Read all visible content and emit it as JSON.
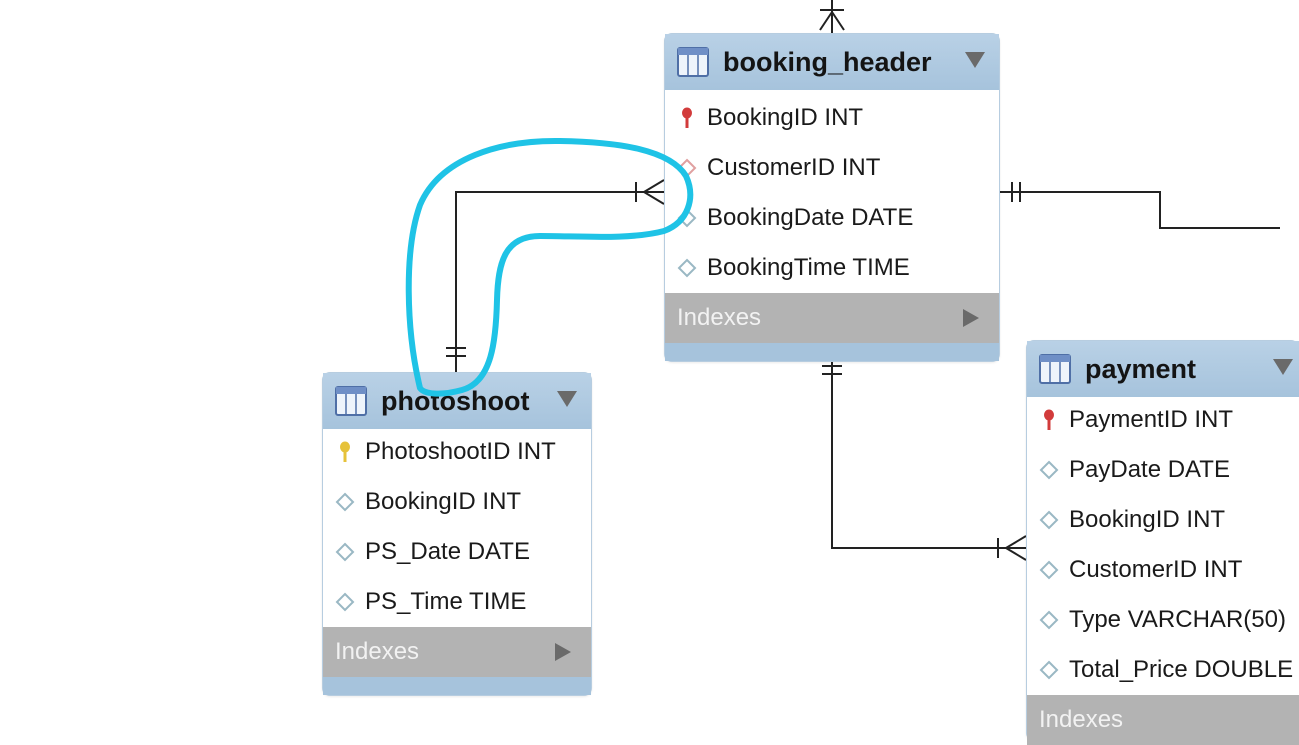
{
  "tables": [
    {
      "id": "booking_header",
      "title": "booking_header",
      "columns": [
        {
          "label": "BookingID INT",
          "kind": "pk"
        },
        {
          "label": "CustomerID INT",
          "kind": "fk"
        },
        {
          "label": "BookingDate DATE",
          "kind": "attr"
        },
        {
          "label": "BookingTime TIME",
          "kind": "attr"
        }
      ],
      "indexes_label": "Indexes"
    },
    {
      "id": "photoshoot",
      "title": "photoshoot",
      "columns": [
        {
          "label": "PhotoshootID INT",
          "kind": "pk-yellow"
        },
        {
          "label": "BookingID INT",
          "kind": "attr"
        },
        {
          "label": "PS_Date DATE",
          "kind": "attr"
        },
        {
          "label": "PS_Time TIME",
          "kind": "attr"
        }
      ],
      "indexes_label": "Indexes"
    },
    {
      "id": "payment",
      "title": "payment",
      "columns": [
        {
          "label": "PaymentID INT",
          "kind": "pk"
        },
        {
          "label": "PayDate DATE",
          "kind": "attr"
        },
        {
          "label": "BookingID INT",
          "kind": "attr"
        },
        {
          "label": "CustomerID INT",
          "kind": "attr"
        },
        {
          "label": "Type VARCHAR(50)",
          "kind": "attr"
        },
        {
          "label": "Total_Price DOUBLE",
          "kind": "attr"
        }
      ],
      "indexes_label": "Indexes"
    }
  ],
  "colors": {
    "header": "#a6c3dc",
    "indexes": "#b3b3b3",
    "connector": "#222222",
    "annotation": "#1fc3e6"
  },
  "icons": {
    "table": "table-grid-icon",
    "pk": "key-icon",
    "fk": "diamond-outline-icon",
    "attr": "diamond-outline-icon"
  }
}
